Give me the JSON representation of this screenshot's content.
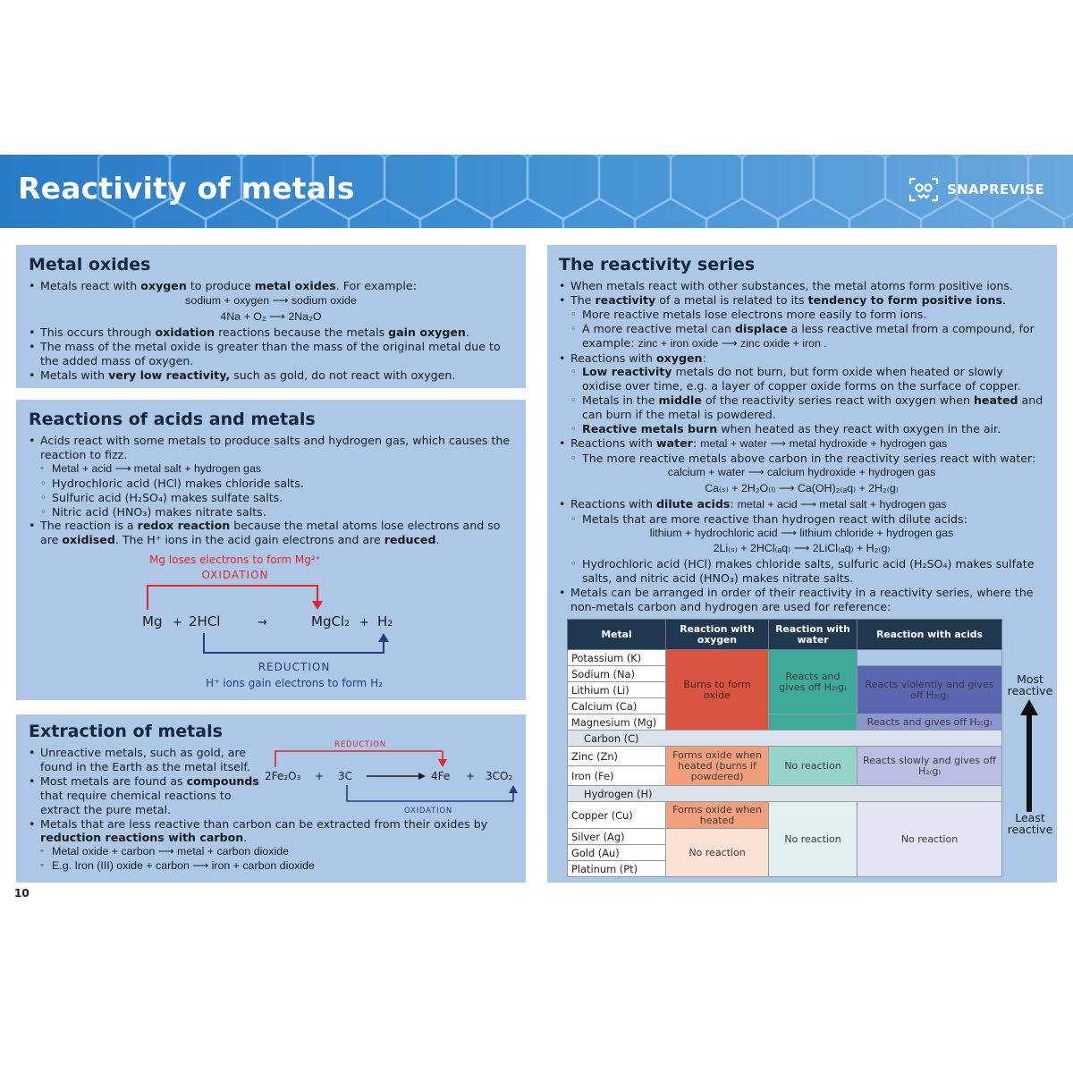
{
  "header": {
    "title": "Reactivity of metals",
    "brand": "SNAPREVISE"
  },
  "page_number": "10",
  "metal_oxides": {
    "heading": "Metal oxides",
    "b1_a": "Metals react with ",
    "b1_b": "oxygen",
    "b1_c": " to produce ",
    "b1_d": "metal oxides",
    "b1_e": ". For example:",
    "word_eq": "sodium + oxygen ⟶ sodium oxide",
    "sym_eq": "4Na + O₂ ⟶ 2Na₂O",
    "b2_a": "This occurs through ",
    "b2_b": "oxidation",
    "b2_c": " reactions because the metals ",
    "b2_d": "gain oxygen",
    "b2_e": ".",
    "b3": "The mass of the metal oxide is greater than the mass of the original metal due to the added mass of oxygen.",
    "b4_a": "Metals with ",
    "b4_b": "very low reactivity,",
    "b4_c": " such as gold, do not react with oxygen."
  },
  "acids_metals": {
    "heading": "Reactions of acids and metals",
    "b1": "Acids react with some metals to produce salts and hydrogen gas, which causes the reaction to fizz.",
    "s1": "Metal + acid ⟶ metal salt + hydrogen gas",
    "s2": "Hydrochloric acid (HCl) makes chloride salts.",
    "s3": "Sulfuric acid (H₂SO₄) makes sulfate salts.",
    "s4": "Nitric acid (HNO₃) makes nitrate salts.",
    "b2_a": "The reaction is a ",
    "b2_b": "redox reaction",
    "b2_c": " because the metal atoms lose electrons and so are ",
    "b2_d": "oxidised",
    "b2_e": ". The H⁺ ions in the acid gain electrons and are ",
    "b2_f": "reduced",
    "b2_g": ".",
    "diagram": {
      "ox_label": "Mg loses electrons to form Mg²⁺",
      "ox_word": "OXIDATION",
      "mg": "Mg",
      "plus1": "+",
      "hcl": "2HCl",
      "arrow": "→",
      "mgcl2": "MgCl₂",
      "plus2": "+",
      "h2": "H₂",
      "red_word": "REDUCTION",
      "red_label": "H⁺ ions gain electrons to form H₂",
      "ox_color": "#e0262b",
      "red_color": "#263a8a"
    }
  },
  "extraction": {
    "heading": "Extraction of metals",
    "b1": "Unreactive metals, such as gold, are found in the Earth as the metal itself.",
    "b2_a": "Most metals are found as ",
    "b2_b": "compounds",
    "b2_c": " that require chemical reactions to extract the pure metal.",
    "b3_a": "Metals that are less reactive than carbon can be extracted from their oxides by ",
    "b3_b": "reduction reactions with carbon",
    "b3_c": ".",
    "s1": "Metal oxide + carbon ⟶ metal + carbon dioxide",
    "s2": "E.g. Iron (III) oxide + carbon ⟶ iron + carbon dioxide",
    "diagram": {
      "red_word": "REDUCTION",
      "ox_word": "OXIDATION",
      "fe2o3": "2Fe₂O₃",
      "plus1": "+",
      "c": "3C",
      "fe": "4Fe",
      "plus2": "+",
      "co2": "3CO₂"
    }
  },
  "series": {
    "heading": "The reactivity series",
    "b1": "When metals react with other substances, the metal atoms form positive ions.",
    "b2_a": "The ",
    "b2_b": "reactivity",
    "b2_c": " of a metal is related to its ",
    "b2_d": "tendency to form positive ions",
    "b2_e": ".",
    "b2_s1": "More reactive metals lose electrons more easily to form ions.",
    "b2_s2_a": "A more reactive metal can ",
    "b2_s2_b": "displace",
    "b2_s2_c": " a less reactive metal from a compound, for example: ",
    "b2_s2_eq": "zinc + iron oxide ⟶ zinc oxide + iron .",
    "b3_a": "Reactions with ",
    "b3_b": "oxygen",
    "b3_c": ":",
    "b3_s1_a": "Low reactivity",
    "b3_s1_b": " metals do not burn, but form oxide when heated or slowly oxidise over time, e.g. a layer of copper oxide forms on the surface of copper.",
    "b3_s2_a": "Metals in the ",
    "b3_s2_b": "middle",
    "b3_s2_c": " of the reactivity series react with oxygen when ",
    "b3_s2_d": "heated",
    "b3_s2_e": " and can burn if the metal is powdered.",
    "b3_s3_a": "Reactive metals burn",
    "b3_s3_b": " when heated as they react with oxygen in the air.",
    "b4_a": "Reactions with ",
    "b4_b": "water",
    "b4_c": ": ",
    "b4_eq": "metal + water ⟶ metal hydroxide + hydrogen gas",
    "b4_s1": "The more reactive metals above carbon in the reactivity series react with water:",
    "b4_eq2": "calcium + water ⟶ calcium hydroxide + hydrogen gas",
    "b4_eq3": "Ca₍ₛ₎ + 2H₂O₍ₗ₎ ⟶ Ca(OH)₂₍ₐq₎ + 2H₂₍g₎",
    "b5_a": "Reactions with ",
    "b5_b": "dilute acids",
    "b5_c": ": ",
    "b5_eq": "metal + acid ⟶ metal salt + hydrogen gas",
    "b5_s1": "Metals that are more reactive than hydrogen react with dilute acids:",
    "b5_eq2": "lithium + hydrochloric acid ⟶ lithium chloride + hydrogen gas",
    "b5_eq3": "2Li₍ₛ₎ + 2HCl₍ₐq₎ ⟶ 2LiCl₍ₐq₎ + H₂₍g₎",
    "b5_s2": "Hydrochloric acid (HCl) makes chloride salts, sulfuric acid (H₂SO₄) makes sulfate salts, and nitric acid (HNO₃) makes nitrate salts.",
    "b6": "Metals can be arranged in order of their reactivity in a reactivity series, where the non-metals carbon and hydrogen are used for reference:"
  },
  "table": {
    "headers": [
      "Metal",
      "Reaction with oxygen",
      "Reaction with water",
      "Reaction with acids"
    ],
    "metals": [
      "Potassium (K)",
      "Sodium (Na)",
      "Lithium (Li)",
      "Calcium (Ca)",
      "Magnesium (Mg)",
      "Carbon (C)",
      "Zinc (Zn)",
      "Iron (Fe)",
      "Hydrogen (H)",
      "Copper (Cu)",
      "Silver (Ag)",
      "Gold (Au)",
      "Platinum (Pt)"
    ],
    "oxygen": [
      "Burns to form oxide",
      "Forms oxide when heated (burns if powdered)",
      "Forms oxide when heated",
      "No reaction"
    ],
    "water": [
      "Reacts and gives off H₂₍g₎",
      "No reaction",
      "No reaction"
    ],
    "acids": [
      "Reacts violently and gives off H₂₍g₎",
      "Reacts and gives off H₂₍g₎",
      "Reacts slowly and gives off H₂₍g₎",
      "No reaction"
    ],
    "most": "Most reactive",
    "least": "Least reactive"
  }
}
